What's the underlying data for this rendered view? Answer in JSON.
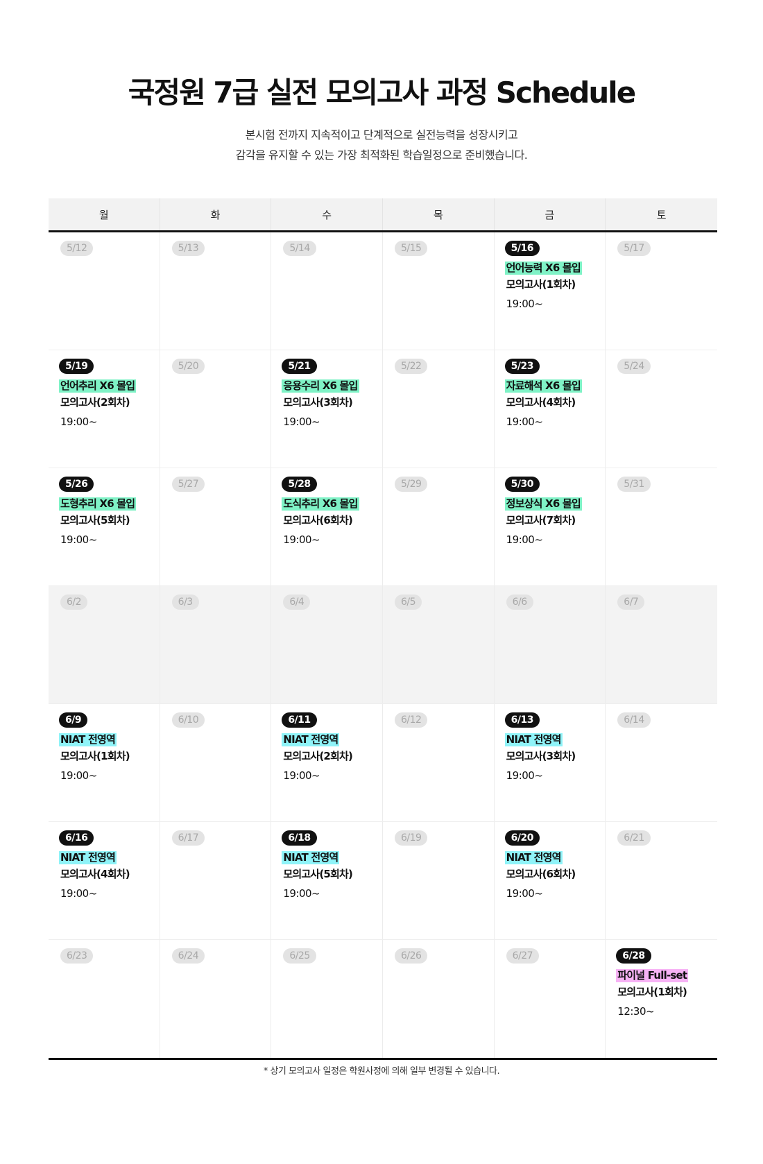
{
  "title": "국정원 7급 실전 모의고사 과정 Schedule",
  "subtitle": [
    "본시험 전까지 지속적이고 단계적으로 실전능력을 성장시키고",
    "감각을 유지할 수 있는 가장 최적화된 학습일정으로 준비했습니다."
  ],
  "weekdays": [
    "월",
    "화",
    "수",
    "목",
    "금",
    "토"
  ],
  "weeks": [
    {
      "holiday": false,
      "days": [
        {
          "date": "5/12"
        },
        {
          "date": "5/13"
        },
        {
          "date": "5/14"
        },
        {
          "date": "5/15"
        },
        {
          "date": "5/16",
          "active": true,
          "tag": "언어능력 X6 몰입",
          "tag_color": "green",
          "sub": "모의고사(1회차)",
          "time": "19:00~"
        },
        {
          "date": "5/17"
        }
      ]
    },
    {
      "holiday": false,
      "days": [
        {
          "date": "5/19",
          "active": true,
          "tag": "언어추리 X6 몰입",
          "tag_color": "green",
          "sub": "모의고사(2회차)",
          "time": "19:00~"
        },
        {
          "date": "5/20"
        },
        {
          "date": "5/21",
          "active": true,
          "tag": "응용수리 X6 몰입",
          "tag_color": "green",
          "sub": "모의고사(3회차)",
          "time": "19:00~"
        },
        {
          "date": "5/22"
        },
        {
          "date": "5/23",
          "active": true,
          "tag": "자료해석 X6 몰입",
          "tag_color": "green",
          "sub": "모의고사(4회차)",
          "time": "19:00~"
        },
        {
          "date": "5/24"
        }
      ]
    },
    {
      "holiday": false,
      "days": [
        {
          "date": "5/26",
          "active": true,
          "tag": "도형추리 X6 몰입",
          "tag_color": "green",
          "sub": "모의고사(5회차)",
          "time": "19:00~"
        },
        {
          "date": "5/27"
        },
        {
          "date": "5/28",
          "active": true,
          "tag": "도식추리 X6 몰입",
          "tag_color": "green",
          "sub": "모의고사(6회차)",
          "time": "19:00~"
        },
        {
          "date": "5/29"
        },
        {
          "date": "5/30",
          "active": true,
          "tag": "정보상식 X6 몰입",
          "tag_color": "green",
          "sub": "모의고사(7회차)",
          "time": "19:00~"
        },
        {
          "date": "5/31"
        }
      ]
    },
    {
      "holiday": true,
      "days": [
        {
          "date": "6/2"
        },
        {
          "date": "6/3"
        },
        {
          "date": "6/4"
        },
        {
          "date": "6/5"
        },
        {
          "date": "6/6"
        },
        {
          "date": "6/7"
        }
      ]
    },
    {
      "holiday": false,
      "days": [
        {
          "date": "6/9",
          "active": true,
          "tag": "NIAT 전영역",
          "tag_color": "cyan",
          "sub": "모의고사(1회차)",
          "time": "19:00~"
        },
        {
          "date": "6/10"
        },
        {
          "date": "6/11",
          "active": true,
          "tag": "NIAT 전영역",
          "tag_color": "cyan",
          "sub": "모의고사(2회차)",
          "time": "19:00~"
        },
        {
          "date": "6/12"
        },
        {
          "date": "6/13",
          "active": true,
          "tag": "NIAT 전영역",
          "tag_color": "cyan",
          "sub": "모의고사(3회차)",
          "time": "19:00~"
        },
        {
          "date": "6/14"
        }
      ]
    },
    {
      "holiday": false,
      "days": [
        {
          "date": "6/16",
          "active": true,
          "tag": "NIAT 전영역",
          "tag_color": "cyan",
          "sub": "모의고사(4회차)",
          "time": "19:00~"
        },
        {
          "date": "6/17"
        },
        {
          "date": "6/18",
          "active": true,
          "tag": "NIAT 전영역",
          "tag_color": "cyan",
          "sub": "모의고사(5회차)",
          "time": "19:00~"
        },
        {
          "date": "6/19"
        },
        {
          "date": "6/20",
          "active": true,
          "tag": "NIAT 전영역",
          "tag_color": "cyan",
          "sub": "모의고사(6회차)",
          "time": "19:00~"
        },
        {
          "date": "6/21"
        }
      ]
    },
    {
      "holiday": false,
      "days": [
        {
          "date": "6/23"
        },
        {
          "date": "6/24"
        },
        {
          "date": "6/25"
        },
        {
          "date": "6/26"
        },
        {
          "date": "6/27"
        },
        {
          "date": "6/28",
          "active": true,
          "tag": "파이널 Full-set",
          "tag_color": "pink",
          "sub": "모의고사(1회차)",
          "time": "12:30~"
        }
      ]
    }
  ],
  "footnote": "* 상기 모의고사 일정은 학원사정에 의해 일부 변경될 수 있습니다.",
  "colors": {
    "tag_green": "#7ff2c6",
    "tag_cyan": "#8ff3f8",
    "tag_pink": "#f7b3f5",
    "pill_active": "#111111",
    "pill_inactive": "#e3e3e3",
    "holiday_row": "#f3f3f3"
  }
}
